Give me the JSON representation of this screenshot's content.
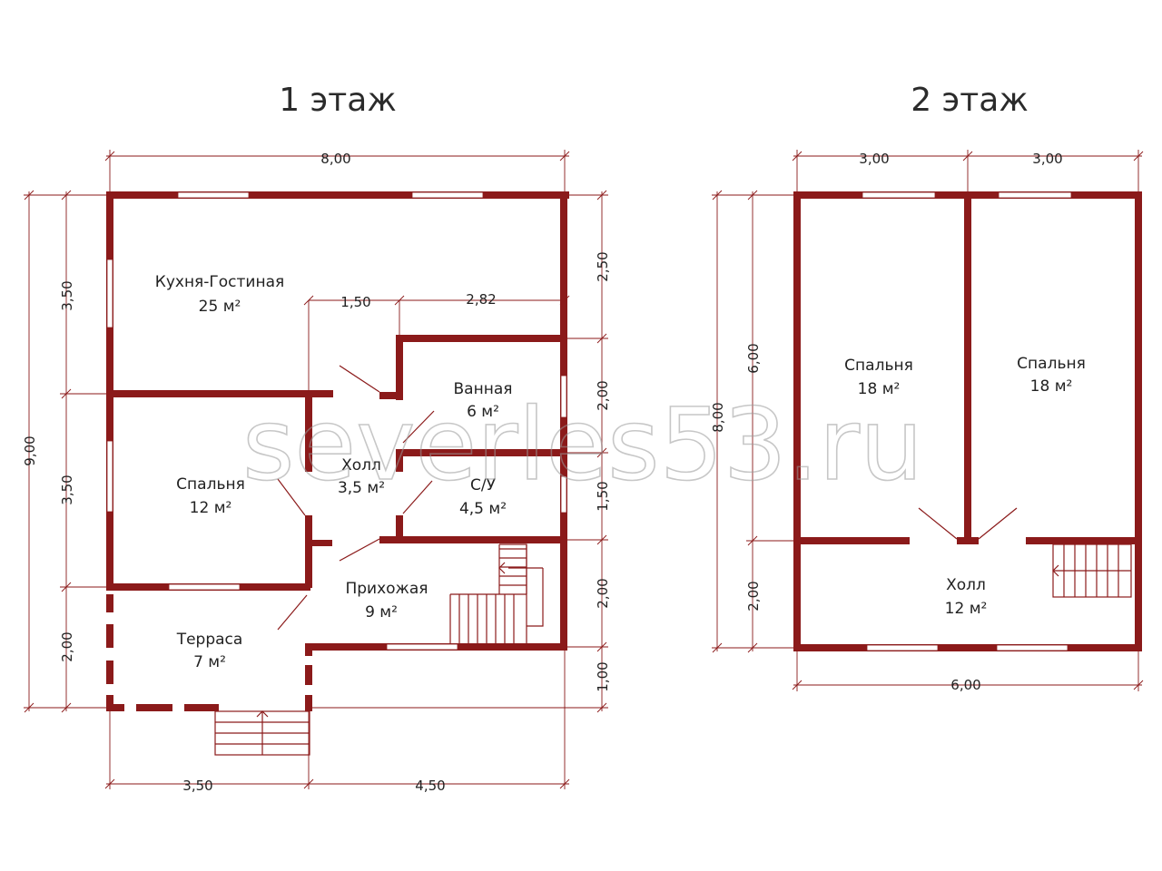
{
  "floor1": {
    "title": "1 этаж",
    "rooms": [
      {
        "name": "Кухня-Гостиная",
        "area": "25 м²"
      },
      {
        "name": "Спальня",
        "area": "12 м²"
      },
      {
        "name": "Холл",
        "area": "3,5 м²"
      },
      {
        "name": "Ванная",
        "area": "6 м²"
      },
      {
        "name": "С/У",
        "area": "4,5 м²"
      },
      {
        "name": "Прихожая",
        "area": "9 м²"
      },
      {
        "name": "Терраса",
        "area": "7 м²"
      }
    ],
    "dims": {
      "top": "8,00",
      "left_total": "9,00",
      "left_a": "3,50",
      "left_b": "3,50",
      "left_c": "2,00",
      "right_a": "2,50",
      "right_b": "2,00",
      "right_c": "1,50",
      "right_d": "2,00",
      "right_e": "1,00",
      "bottom_a": "3,50",
      "bottom_b": "4,50",
      "inner_a": "1,50",
      "inner_b": "2,82"
    }
  },
  "floor2": {
    "title": "2 этаж",
    "rooms": [
      {
        "name": "Спальня",
        "area": "18 м²"
      },
      {
        "name": "Спальня",
        "area": "18 м²"
      },
      {
        "name": "Холл",
        "area": "12 м²"
      }
    ],
    "dims": {
      "top_a": "3,00",
      "top_b": "3,00",
      "left_total": "8,00",
      "left_a": "6,00",
      "left_b": "2,00",
      "bottom": "6,00"
    }
  },
  "watermark": "severles53.ru",
  "colors": {
    "wall": "#8b1a1a",
    "text": "#222222"
  }
}
